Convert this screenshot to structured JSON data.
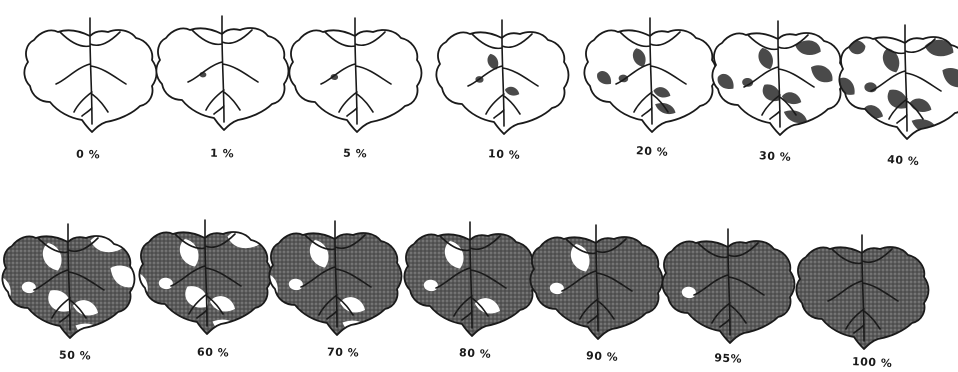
{
  "severity_scale": {
    "rows": [
      {
        "leaves": [
          {
            "label": "0 %",
            "damage_percent": 0
          },
          {
            "label": "1 %",
            "damage_percent": 1
          },
          {
            "label": "5 %",
            "damage_percent": 5
          },
          {
            "label": "10 %",
            "damage_percent": 10
          },
          {
            "label": "20 %",
            "damage_percent": 20
          },
          {
            "label": "30 %",
            "damage_percent": 30
          },
          {
            "label": "40 %",
            "damage_percent": 40
          }
        ]
      },
      {
        "leaves": [
          {
            "label": "50 %",
            "damage_percent": 50
          },
          {
            "label": "60 %",
            "damage_percent": 60
          },
          {
            "label": "70 %",
            "damage_percent": 70
          },
          {
            "label": "80 %",
            "damage_percent": 80
          },
          {
            "label": "90 %",
            "damage_percent": 90
          },
          {
            "label": "95%",
            "damage_percent": 95
          },
          {
            "label": "100 %",
            "damage_percent": 100
          }
        ]
      }
    ],
    "colors": {
      "outline": "#1a1a1a",
      "lesion": "#4a4a4a",
      "leaf_fill": "#ffffff"
    }
  }
}
